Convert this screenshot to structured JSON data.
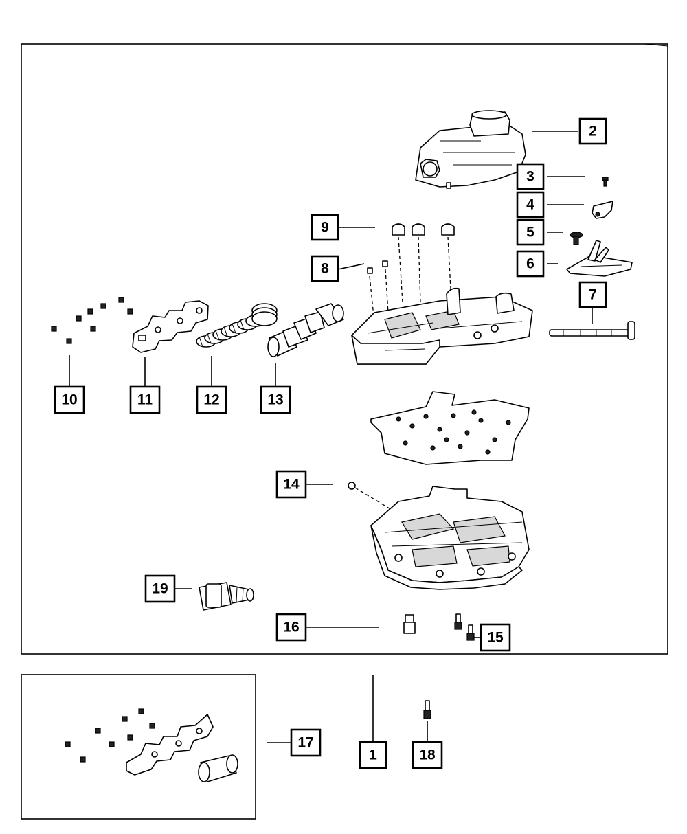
{
  "callouts": {
    "c1": "1",
    "c2": "2",
    "c3": "3",
    "c4": "4",
    "c5": "5",
    "c6": "6",
    "c7": "7",
    "c8": "8",
    "c9": "9",
    "c10": "10",
    "c11": "11",
    "c12": "12",
    "c13": "13",
    "c14": "14",
    "c15": "15",
    "c16": "16",
    "c17": "17",
    "c18": "18",
    "c19": "19"
  },
  "icons": [
    "bolt-icon",
    "spring-icon",
    "solenoid-icon",
    "valve-body-icon",
    "gasket-icon"
  ]
}
